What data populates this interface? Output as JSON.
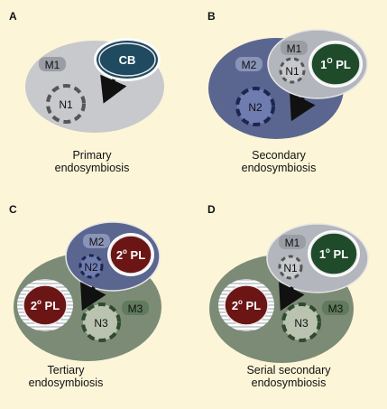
{
  "colors": {
    "background": "#fcf5d8",
    "host_grey": "#c8c9cd",
    "host_blue": "#5b6690",
    "host_green": "#7c8b76",
    "second_host_grey": "#b3b6bc",
    "cyanobacterium": "#1f4a60",
    "green_plastid": "#1f4b2b",
    "red_plastid": "#6b1515",
    "label_pill_grey": "#9a9da4",
    "label_pill_blue": "#8a94b8",
    "label_pill_green": "#5f7a5c",
    "nucleus_grey": "#c8c9cd",
    "nucleus_blue": "#6f7cb0",
    "nucleus_green": "#b9c3b0",
    "arrow": "#111111"
  },
  "panels": [
    {
      "letter": "A",
      "caption_lines": [
        "Primary",
        "endosymbiosis"
      ],
      "labels": {
        "m1": "M1",
        "n1": "N1",
        "cb": "CB"
      }
    },
    {
      "letter": "B",
      "caption_lines": [
        "Secondary",
        "endosymbiosis"
      ],
      "labels": {
        "m2": "M2",
        "n2": "N2",
        "m1": "M1",
        "n1": "N1",
        "pl_prefix": "1",
        "pl_sup": "O",
        "pl_suffix": " PL"
      }
    },
    {
      "letter": "C",
      "caption_lines": [
        "Tertiary",
        "endosymbiosis"
      ],
      "labels": {
        "m2": "M2",
        "n2": "N2",
        "pl_top_prefix": "2",
        "pl_top_sup": "o",
        "pl_top_suffix": " PL",
        "pl_left_prefix": "2",
        "pl_left_sup": "o",
        "pl_left_suffix": " PL",
        "n3": "N3",
        "m3": "M3"
      }
    },
    {
      "letter": "D",
      "caption_lines": [
        "Serial secondary",
        "endosymbiosis"
      ],
      "labels": {
        "m1": "M1",
        "n1": "N1",
        "pl_top_prefix": "1",
        "pl_top_sup": "o",
        "pl_top_suffix": " PL",
        "pl_left_prefix": "2",
        "pl_left_sup": "o",
        "pl_left_suffix": " PL",
        "n3": "N3",
        "m3": "M3"
      }
    }
  ]
}
